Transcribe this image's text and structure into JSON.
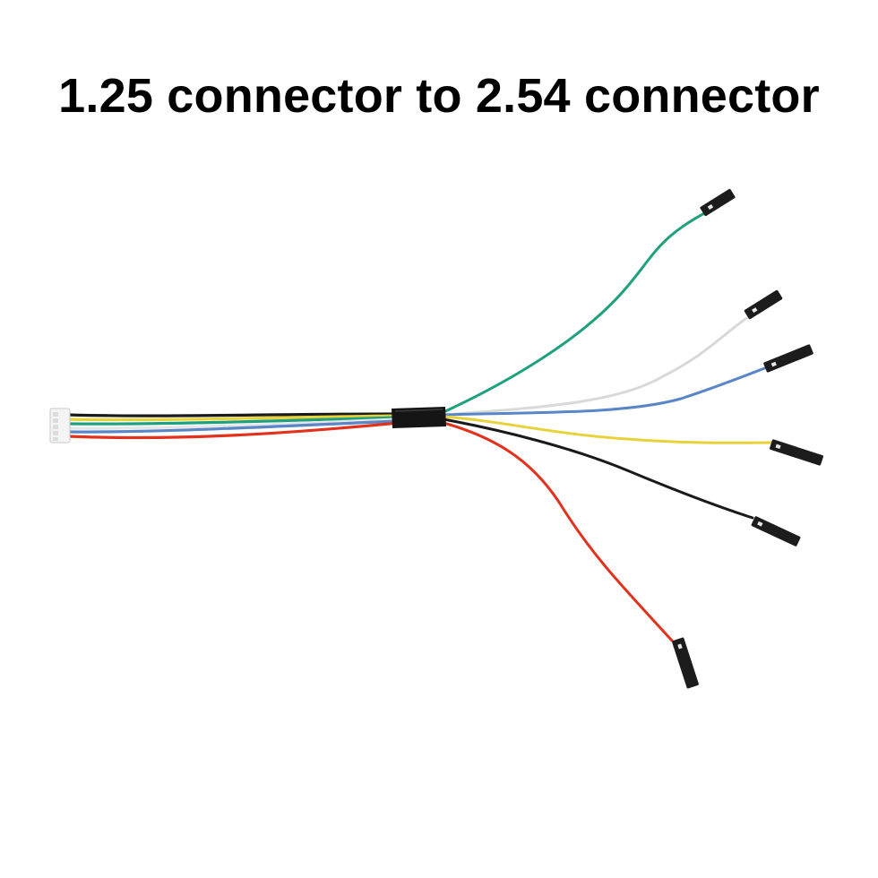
{
  "title": "1.25 connector to 2.54 connector",
  "colors": {
    "background": "#ffffff",
    "title": "#000000",
    "wire_black": "#1a1a1a",
    "wire_yellow": "#e8d23a",
    "wire_green": "#1fa07e",
    "wire_white": "#f2f2f2",
    "wire_blue": "#5a86c8",
    "wire_red": "#e2321e",
    "heatshrink": "#151515",
    "dupont_housing": "#1c1c1c",
    "jst_connector": "#f4f4f4"
  },
  "wires": [
    {
      "name": "green",
      "color_key": "wire_green"
    },
    {
      "name": "white",
      "color_key": "wire_white"
    },
    {
      "name": "blue",
      "color_key": "wire_blue"
    },
    {
      "name": "yellow",
      "color_key": "wire_yellow"
    },
    {
      "name": "black",
      "color_key": "wire_black"
    },
    {
      "name": "red",
      "color_key": "wire_red"
    }
  ]
}
